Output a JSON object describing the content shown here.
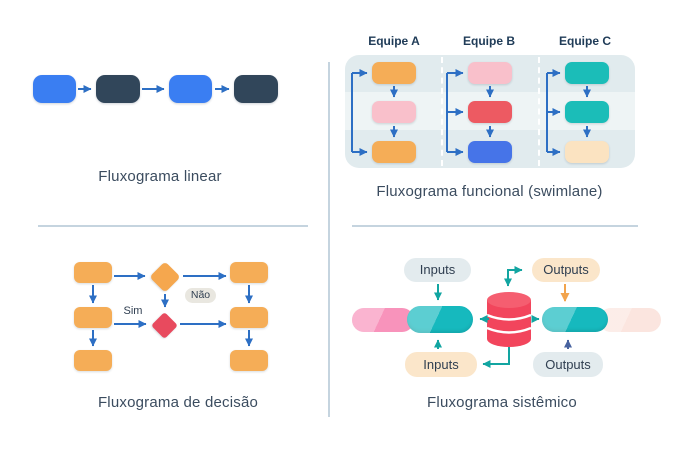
{
  "colors": {
    "divider": "#c5d4df",
    "title_text": "#3b4c5f",
    "header_text": "#203c58",
    "label_text": "#2f3e50",
    "arrow_blue": "#2d6fc4",
    "arrow_teal": "#12a5a1",
    "arrow_orange": "#f2a44d",
    "arrow_indigo": "#48639f",
    "box_blue": "#3a7ef2",
    "box_dark": "#31465a",
    "box_orange": "#f5ad57",
    "box_pink": "#f9c0cb",
    "box_red": "#ed5a62",
    "box_royal": "#4674e8",
    "box_teal": "#1bbdb8",
    "box_peach": "#fbe3c1",
    "panel_bg": "#e1ebee",
    "panel_band": "#eef4f5",
    "lane_divider": "#ffffff",
    "diamond_orange": "#f5a74e",
    "diamond_red": "#e84a5e",
    "pill_gray": "#e3ebee",
    "pill_peach": "#fbe6ca",
    "pill_nao": "#e9e7e0",
    "pipe_pink": "#f893bb",
    "pipe_teal": "#16b9be",
    "pipe_lightpink": "#fbe5df",
    "db_red": "#f2455c",
    "db_red_top": "#f55e70"
  },
  "quadrants": {
    "linear": {
      "title": "Fluxograma linear"
    },
    "swimlane": {
      "title": "Fluxograma funcional (swimlane)",
      "lanes": [
        {
          "label": "Equipe A"
        },
        {
          "label": "Equipe B"
        },
        {
          "label": "Equipe C"
        }
      ]
    },
    "decision": {
      "title": "Fluxograma de decisão",
      "labels": {
        "yes": "Sim",
        "no": "Não"
      }
    },
    "systemic": {
      "title": "Fluxograma sistêmico",
      "labels": {
        "inputs_top": "Inputs",
        "inputs_bottom": "Inputs",
        "outputs_top": "Outputs",
        "outputs_bottom": "Outputs"
      }
    }
  }
}
